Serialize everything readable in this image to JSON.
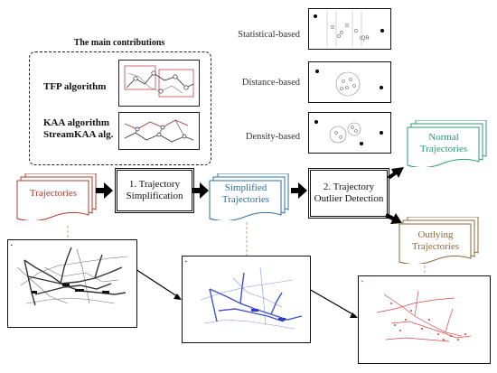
{
  "main_contributions": {
    "title": "The main contributions",
    "items": [
      "TFP algorithm",
      "KAA algorithm",
      "StreamKAA alg."
    ]
  },
  "methods": {
    "statistical": "Statistical-based",
    "distance": "Distance-based",
    "density": "Density-based",
    "iqr_label": "IQR"
  },
  "steps": {
    "simplification": "1. Trajectory Simplification",
    "outlier_detection": "2. Trajectory Outlier Detection"
  },
  "documents": {
    "trajectories": "Trajectories",
    "simplified": "Simplified Trajectories",
    "normal": "Normal Trajectories",
    "outlying": "Outlying Trajectories"
  },
  "colors": {
    "red": "#b23a2e",
    "blue": "#2b6fa3",
    "green": "#2f9a7a",
    "brown": "#8a6a3a",
    "plot_blue": "#2d3fc7",
    "plot_red": "#cc2a2a"
  }
}
